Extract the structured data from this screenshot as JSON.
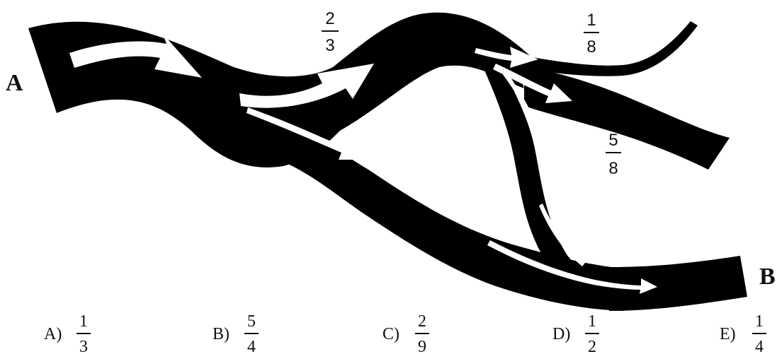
{
  "diagram": {
    "points": {
      "start": "A",
      "end": "B"
    },
    "branch_fractions": {
      "upper_split": {
        "num": "2",
        "den": "3"
      },
      "top_right_outflow": {
        "num": "1",
        "den": "8"
      },
      "right_outflow": {
        "num": "5",
        "den": "8"
      }
    },
    "colors": {
      "river": "#000000",
      "arrows": "#ffffff",
      "background": "#ffffff"
    }
  },
  "options": [
    {
      "letter": "A)",
      "num": "1",
      "den": "3"
    },
    {
      "letter": "B)",
      "num": "5",
      "den": "4"
    },
    {
      "letter": "C)",
      "num": "2",
      "den": "9"
    },
    {
      "letter": "D)",
      "num": "1",
      "den": "2"
    },
    {
      "letter": "E)",
      "num": "1",
      "den": "4"
    }
  ]
}
